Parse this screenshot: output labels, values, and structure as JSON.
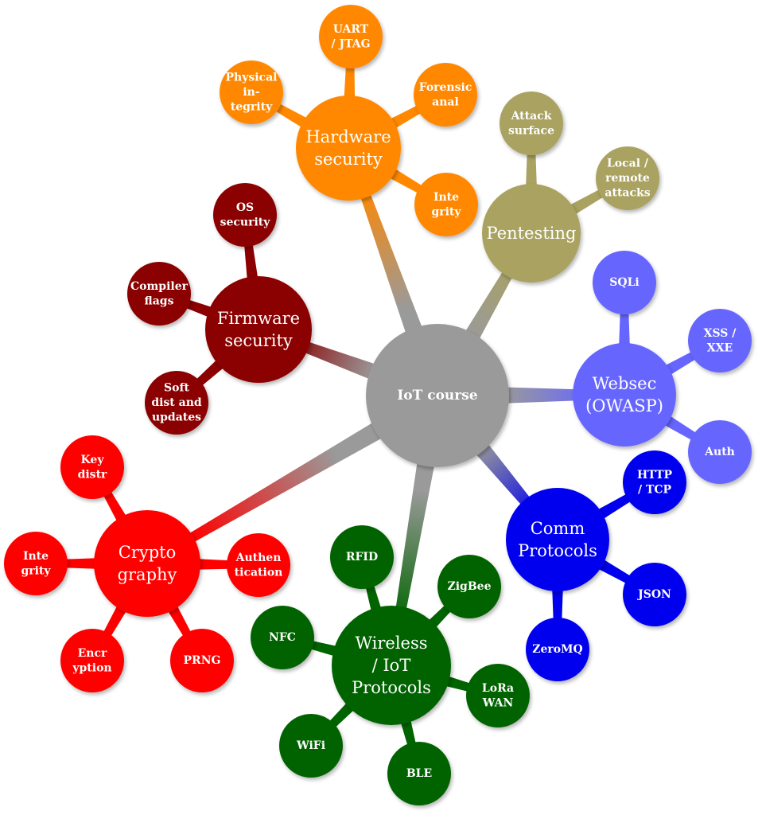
{
  "center": {
    "label": "IoT course",
    "color": "#9a9a9a"
  },
  "branches": [
    {
      "id": "hardware",
      "label": "Hardware security",
      "lines": [
        "Hardware",
        "security"
      ],
      "color": "#ff8800",
      "children": [
        {
          "label": "UART / JTAG",
          "lines": [
            "UART",
            "/ JTAG"
          ]
        },
        {
          "label": "Forensic anal",
          "lines": [
            "Forensic",
            "anal"
          ]
        },
        {
          "label": "Integrity",
          "lines": [
            "Inte",
            "grity"
          ]
        },
        {
          "label": "Physical integrity",
          "lines": [
            "Physical",
            "in-",
            "tegrity"
          ]
        }
      ]
    },
    {
      "id": "pentesting",
      "label": "Pentesting",
      "lines": [
        "Pentesting"
      ],
      "color": "#a9a260",
      "children": [
        {
          "label": "Attack surface",
          "lines": [
            "Attack",
            "surface"
          ]
        },
        {
          "label": "Local / remote attacks",
          "lines": [
            "Local /",
            "remote",
            "attacks"
          ]
        }
      ]
    },
    {
      "id": "websec",
      "label": "Websec (OWASP)",
      "lines": [
        "Websec",
        "(OWASP)"
      ],
      "color": "#6666ff",
      "children": [
        {
          "label": "SQLi",
          "lines": [
            "SQLi"
          ]
        },
        {
          "label": "XSS / XXE",
          "lines": [
            "XSS /",
            "XXE"
          ]
        },
        {
          "label": "Auth",
          "lines": [
            "Auth"
          ]
        }
      ]
    },
    {
      "id": "comm",
      "label": "Comm Protocols",
      "lines": [
        "Comm",
        "Protocols"
      ],
      "color": "#0000ee",
      "children": [
        {
          "label": "HTTP / TCP",
          "lines": [
            "HTTP",
            "/ TCP"
          ]
        },
        {
          "label": "JSON",
          "lines": [
            "JSON"
          ]
        },
        {
          "label": "ZeroMQ",
          "lines": [
            "ZeroMQ"
          ]
        }
      ]
    },
    {
      "id": "wireless",
      "label": "Wireless / IoT Protocols",
      "lines": [
        "Wireless",
        "/ IoT",
        "Protocols"
      ],
      "color": "#006400",
      "children": [
        {
          "label": "RFID",
          "lines": [
            "RFID"
          ]
        },
        {
          "label": "ZigBee",
          "lines": [
            "ZigBee"
          ]
        },
        {
          "label": "LoRaWAN",
          "lines": [
            "LoRa",
            "WAN"
          ]
        },
        {
          "label": "BLE",
          "lines": [
            "BLE"
          ]
        },
        {
          "label": "WiFi",
          "lines": [
            "WiFi"
          ]
        },
        {
          "label": "NFC",
          "lines": [
            "NFC"
          ]
        }
      ]
    },
    {
      "id": "crypto",
      "label": "Cryptography",
      "lines": [
        "Crypto",
        "graphy"
      ],
      "color": "#ff0000",
      "children": [
        {
          "label": "Key distr",
          "lines": [
            "Key",
            "distr"
          ]
        },
        {
          "label": "Authentication",
          "lines": [
            "Authen",
            "tication"
          ]
        },
        {
          "label": "PRNG",
          "lines": [
            "PRNG"
          ]
        },
        {
          "label": "Encryption",
          "lines": [
            "Encr",
            "yption"
          ]
        },
        {
          "label": "Integrity",
          "lines": [
            "Inte",
            "grity"
          ]
        }
      ]
    },
    {
      "id": "firmware",
      "label": "Firmware security",
      "lines": [
        "Firmware",
        "security"
      ],
      "color": "#8b0000",
      "children": [
        {
          "label": "OS security",
          "lines": [
            "OS",
            "security"
          ]
        },
        {
          "label": "Compiler flags",
          "lines": [
            "Compiler",
            "flags"
          ]
        },
        {
          "label": "Soft dist and updates",
          "lines": [
            "Soft",
            "dist and",
            "updates"
          ]
        }
      ]
    }
  ]
}
